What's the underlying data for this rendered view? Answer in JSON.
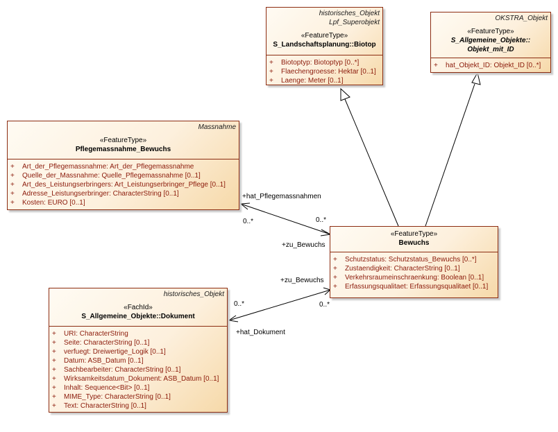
{
  "classes": {
    "biotop": {
      "parents": [
        "historisches_Objekt",
        "Lpf_Superobjekt"
      ],
      "stereotype": "«FeatureType»",
      "name": [
        "S_Landschaftsplanung::Biotop"
      ],
      "attributes": [
        {
          "vis": "+",
          "text": "Biotoptyp: Biotoptyp [0..*]"
        },
        {
          "vis": "+",
          "text": "Flaechengroesse: Hektar [0..1]"
        },
        {
          "vis": "+",
          "text": "Laenge: Meter [0..1]"
        }
      ]
    },
    "objekt_mit_id": {
      "parents": [
        "OKSTRA_Objekt"
      ],
      "stereotype": "«FeatureType»",
      "name": [
        "S_Allgemeine_Objekte::",
        "Objekt_mit_ID"
      ],
      "attributes": [
        {
          "vis": "+",
          "text": "hat_Objekt_ID: Objekt_ID [0..*]"
        }
      ]
    },
    "pflegemassnahme": {
      "parents": [
        "Massnahme"
      ],
      "stereotype": "«FeatureType»",
      "name": [
        "Pflegemassnahme_Bewuchs"
      ],
      "attributes": [
        {
          "vis": "+",
          "text": "Art_der_Pflegemassnahme: Art_der_Pflegemassnahme"
        },
        {
          "vis": "+",
          "text": "Quelle_der_Massnahme: Quelle_Pflegemassnahme [0..1]"
        },
        {
          "vis": "+",
          "text": "Art_des_Leistungserbringers: Art_Leistungserbringer_Pflege [0..1]"
        },
        {
          "vis": "+",
          "text": "Adresse_Leistungserbringer: CharacterString [0..1]"
        },
        {
          "vis": "+",
          "text": "Kosten: EURO [0..1]"
        }
      ]
    },
    "bewuchs": {
      "parents": [],
      "stereotype": "«FeatureType»",
      "name": [
        "Bewuchs"
      ],
      "attributes": [
        {
          "vis": "+",
          "text": "Schutzstatus: Schutzstatus_Bewuchs [0..*]"
        },
        {
          "vis": "+",
          "text": "Zustaendigkeit: CharacterString [0..1]"
        },
        {
          "vis": "+",
          "text": "Verkehrsraumeinschraenkung: Boolean [0..1]"
        },
        {
          "vis": "+",
          "text": "Erfassungsqualitaet: Erfassungsqualitaet [0..1]"
        }
      ]
    },
    "dokument": {
      "parents": [
        "historisches_Objekt"
      ],
      "stereotype": "«FachId»",
      "name": [
        "S_Allgemeine_Objekte::Dokument"
      ],
      "attributes": [
        {
          "vis": "+",
          "text": "URI: CharacterString"
        },
        {
          "vis": "+",
          "text": "Seite: CharacterString [0..1]"
        },
        {
          "vis": "+",
          "text": "verfuegt: Dreiwertige_Logik [0..1]"
        },
        {
          "vis": "+",
          "text": "Datum: ASB_Datum [0..1]"
        },
        {
          "vis": "+",
          "text": "Sachbearbeiter: CharacterString [0..1]"
        },
        {
          "vis": "+",
          "text": "Wirksamkeitsdatum_Dokument: ASB_Datum [0..1]"
        },
        {
          "vis": "+",
          "text": "Inhalt: Sequence<Bit> [0..1]"
        },
        {
          "vis": "+",
          "text": "MIME_Type: CharacterString [0..1]"
        },
        {
          "vis": "+",
          "text": "Text: CharacterString [0..1]"
        }
      ]
    }
  },
  "associations": {
    "pflege": {
      "role_pflege": "+hat_Pflegemassnahmen",
      "mult_pflege_end": "0..*",
      "role_bewuchs": "+zu_Bewuchs",
      "mult_bewuchs_end": "0..*"
    },
    "dokument": {
      "role_bewuchs": "+zu_Bewuchs",
      "mult_dokument_end": "0..*",
      "role_dokument": "+hat_Dokument",
      "mult_bewuchs_end": "0..*"
    }
  },
  "colors": {
    "border": "#8b2b10",
    "attribute_text": "#8b1a0a",
    "fill_light": "#fffbf3",
    "fill_dark": "#f6d9a9"
  }
}
